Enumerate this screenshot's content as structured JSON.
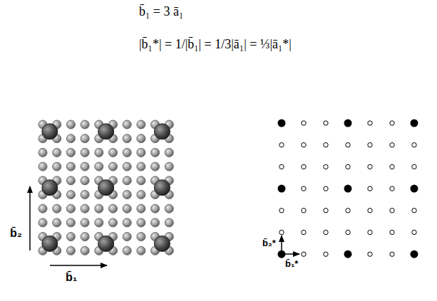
{
  "diagram": {
    "labels": [
      "b̄₁ = 3 ā₁",
      "|b̄₁*| = 1/|b̄₁| = 1/3|ā₁| = ⅓|ā₁*|",
      "b̄₁",
      "b̄₂",
      "b̄₁*",
      "b̄₂*"
    ]
  }
}
